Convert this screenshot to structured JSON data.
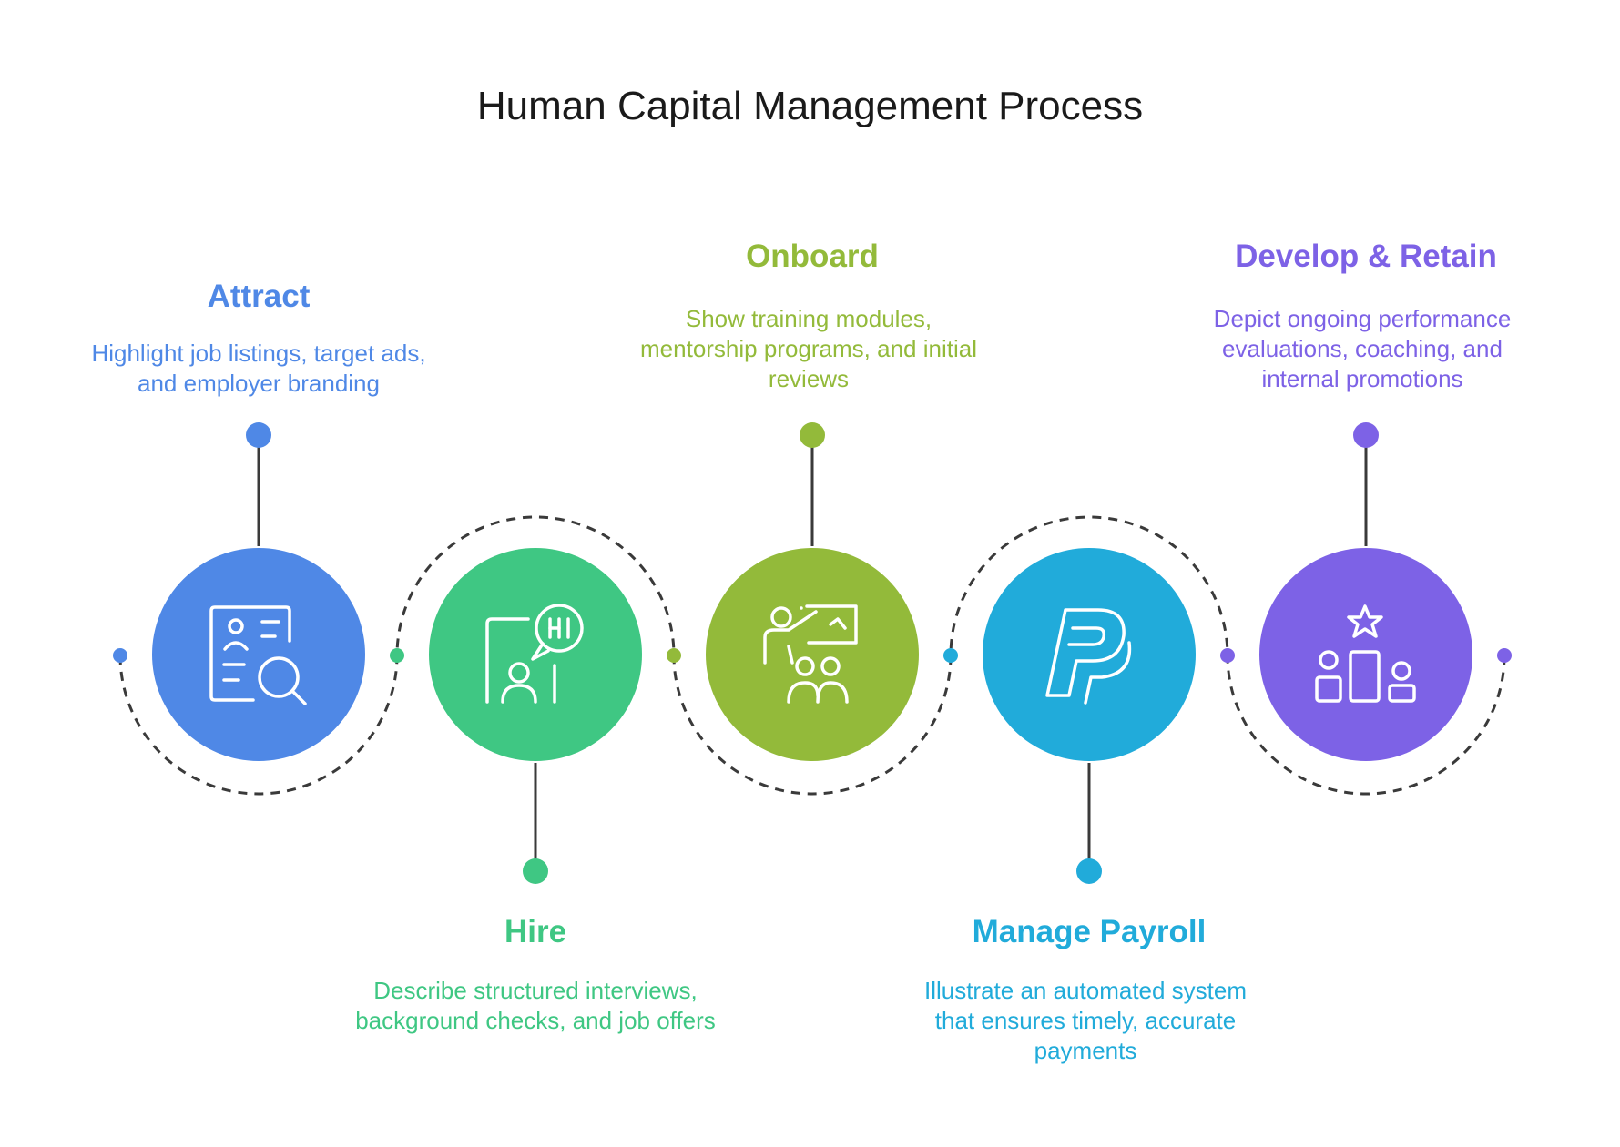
{
  "title": "Human Capital Management Process",
  "colors": {
    "attract": "#4F88E6",
    "hire": "#3FC783",
    "onboard": "#93BA3A",
    "payroll": "#21ABDA",
    "develop": "#7D62E6",
    "connector": "#3a3a3a"
  },
  "steps": [
    {
      "id": "attract",
      "title": "Attract",
      "description": "Highlight job listings, target ads, and employer branding",
      "icon": "profile-search-icon",
      "label_position": "top"
    },
    {
      "id": "hire",
      "title": "Hire",
      "description": "Describe structured interviews, background checks, and job offers",
      "icon": "phone-chat-person-icon",
      "label_position": "bottom"
    },
    {
      "id": "onboard",
      "title": "Onboard",
      "description": "Show training modules, mentorship programs, and initial reviews",
      "icon": "presentation-training-icon",
      "label_position": "top"
    },
    {
      "id": "payroll",
      "title": "Manage Payroll",
      "description": "Illustrate an automated system that ensures timely, accurate payments",
      "icon": "paypal-icon",
      "label_position": "bottom"
    },
    {
      "id": "develop",
      "title": "Develop & Retain",
      "description": "Depict ongoing performance evaluations, coaching, and internal promotions",
      "icon": "podium-star-icon",
      "label_position": "top"
    }
  ]
}
